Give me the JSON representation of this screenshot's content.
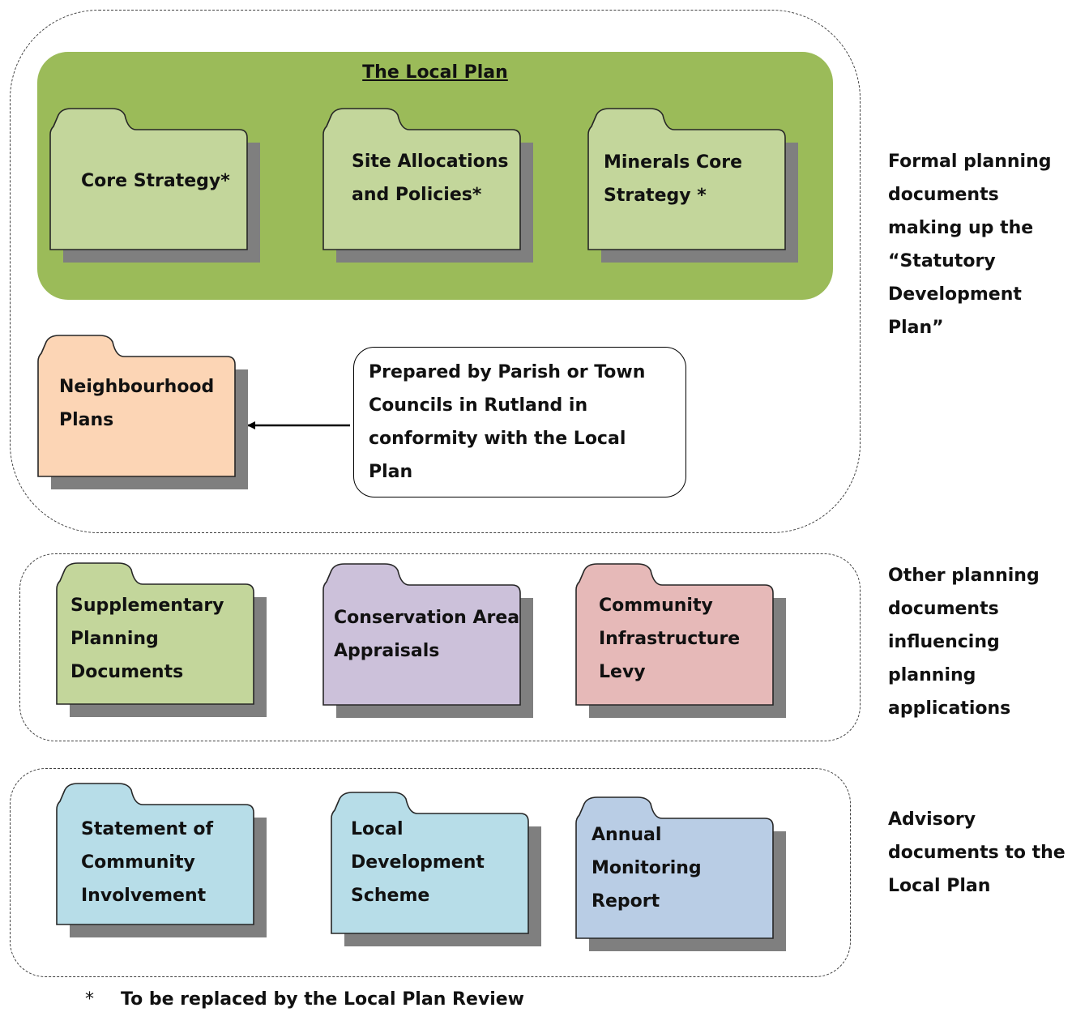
{
  "local_plan": {
    "title": "The Local Plan",
    "panel_color": "#9bbb59",
    "folders": [
      {
        "lines": [
          "Core Strategy*"
        ],
        "color": "#c3d69b"
      },
      {
        "lines": [
          "Site Allocations",
          "and Policies*"
        ],
        "color": "#c3d69b"
      },
      {
        "lines": [
          "Minerals Core",
          "Strategy *"
        ],
        "color": "#c3d69b"
      }
    ]
  },
  "neighbourhood": {
    "folder": {
      "lines": [
        "Neighbourhood",
        "Plans"
      ],
      "color": "#fcd5b5"
    },
    "callout_lines": [
      "Prepared by Parish or Town",
      "Councils in Rutland in",
      "conformity with the Local",
      "Plan"
    ]
  },
  "other_documents": {
    "folders": [
      {
        "lines": [
          "Supplementary",
          "Planning",
          "Documents"
        ],
        "color": "#c3d69b"
      },
      {
        "lines": [
          "Conservation Area",
          "Appraisals"
        ],
        "color": "#ccc1da"
      },
      {
        "lines": [
          "Community",
          "Infrastructure",
          "Levy"
        ],
        "color": "#e6b9b8"
      }
    ]
  },
  "advisory_documents": {
    "folders": [
      {
        "lines": [
          "Statement of",
          "Community",
          "Involvement"
        ],
        "color": "#b7dde8"
      },
      {
        "lines": [
          "Local",
          "Development",
          "Scheme"
        ],
        "color": "#b7dde8"
      },
      {
        "lines": [
          "Annual",
          "Monitoring",
          "Report"
        ],
        "color": "#b9cde5"
      }
    ]
  },
  "side_notes": {
    "formal": [
      "Formal planning",
      "documents",
      "making up the",
      "“Statutory",
      "Development",
      "Plan”"
    ],
    "other": [
      "Other planning",
      "documents",
      "influencing",
      "planning",
      "applications"
    ],
    "advisory": [
      "Advisory",
      "documents to the",
      "Local Plan"
    ]
  },
  "footnote": {
    "symbol": "*",
    "text": "To be replaced by the Local Plan Review"
  },
  "folder_shadow_color": "#7f7f7f",
  "folder_border_color": "#262626"
}
